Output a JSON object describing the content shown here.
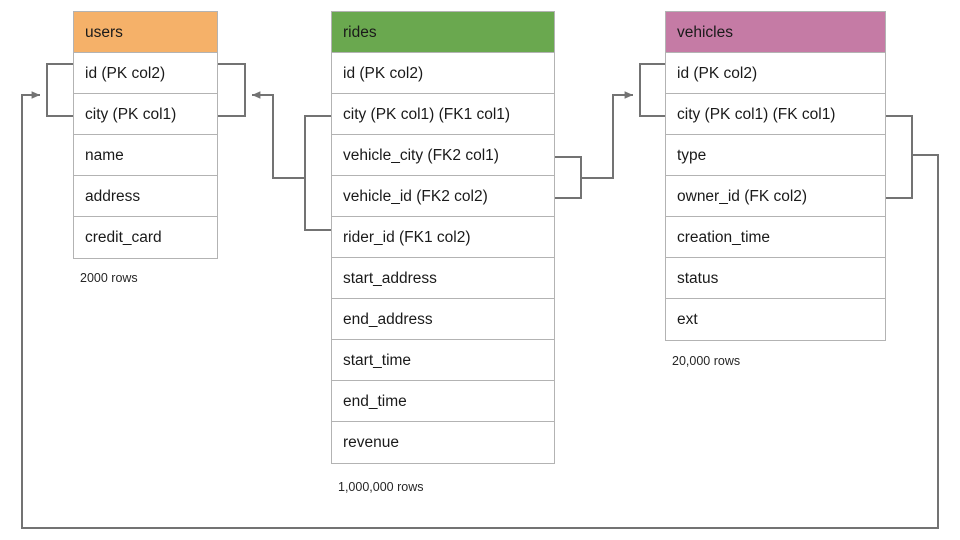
{
  "diagram": {
    "title": "rides schema ER diagram",
    "background": "#ffffff",
    "line_color": "#737373",
    "border_color": "#b3b3b3"
  },
  "tables": [
    {
      "name": "users",
      "header_color": "#f5b169",
      "row_count_label": "2000 rows",
      "columns": [
        "id (PK col2)",
        "city (PK col1)",
        "name",
        "address",
        "credit_card"
      ]
    },
    {
      "name": "rides",
      "header_color": "#6aa84f",
      "row_count_label": "1,000,000 rows",
      "columns": [
        "id (PK col2)",
        "city (PK col1) (FK1 col1)",
        "vehicle_city (FK2 col1)",
        "vehicle_id (FK2 col2)",
        "rider_id (FK1 col2)",
        "start_address",
        "end_address",
        "start_time",
        "end_time",
        "revenue"
      ]
    },
    {
      "name": "vehicles",
      "header_color": "#c57ba5",
      "row_count_label": "20,000 rows",
      "columns": [
        "id (PK col2)",
        "city (PK col1) (FK col1)",
        "type",
        "owner_id (FK col2)",
        "creation_time",
        "status",
        "ext"
      ]
    }
  ],
  "relationships": [
    {
      "name": "rides-rider-to-users",
      "from_table": "rides",
      "from_columns": [
        "city (PK col1) (FK1 col1)",
        "rider_id (FK1 col2)"
      ],
      "to_table": "users",
      "to_columns": [
        "id (PK col2)",
        "city (PK col1)"
      ],
      "arrow": "into-users-right"
    },
    {
      "name": "rides-vehicle-to-vehicles",
      "from_table": "rides",
      "from_columns": [
        "vehicle_city (FK2 col1)",
        "vehicle_id (FK2 col2)"
      ],
      "to_table": "vehicles",
      "to_columns": [
        "id (PK col2)",
        "city (PK col1) (FK col1)"
      ],
      "arrow": "into-vehicles-left"
    },
    {
      "name": "vehicles-owner-to-users",
      "from_table": "vehicles",
      "from_columns": [
        "city (PK col1) (FK col1)",
        "owner_id (FK col2)"
      ],
      "to_table": "users",
      "to_columns": [
        "id (PK col2)",
        "city (PK col1)"
      ],
      "arrow": "into-users-left"
    }
  ]
}
